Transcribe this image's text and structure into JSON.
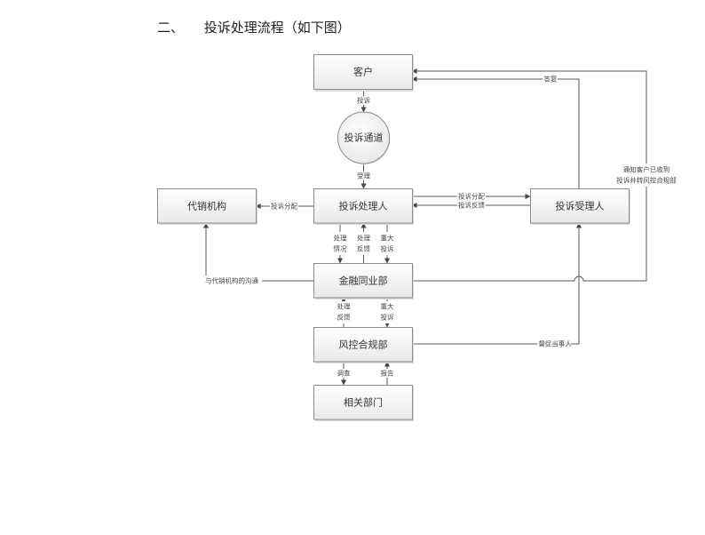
{
  "page": {
    "heading_number": "二、",
    "heading_title": "投诉处理流程（如下图）"
  },
  "diagram": {
    "nodes": {
      "customer": "客户",
      "channel": "投诉通道",
      "handler": "投诉处理人",
      "distributor": "代销机构",
      "receiver": "投诉受理人",
      "interbank": "金融同业部",
      "risk": "风控合规部",
      "related": "相关部门"
    },
    "edges": {
      "complaint": "投诉",
      "accept": "受理",
      "assign_to_distributor": "投诉分配",
      "assign_to_receiver": "投诉分配",
      "feedback_from_receiver": "投诉反馈",
      "reply": "答复",
      "notify": [
        "通知客户已收到",
        "投诉并转风控合规部"
      ],
      "handling_status": [
        "处理",
        "情况"
      ],
      "handling_feedback_up": [
        "处理",
        "反馈"
      ],
      "major_complaint_down": [
        "重大",
        "投诉"
      ],
      "distributor_communication": "与代销机构的沟通",
      "handling_feedback_risk": [
        "处理",
        "反馈"
      ],
      "major_complaint_risk": [
        "重大",
        "投诉"
      ],
      "urge_party": "督促当事人",
      "investigate": "调查",
      "report": "报告"
    }
  }
}
